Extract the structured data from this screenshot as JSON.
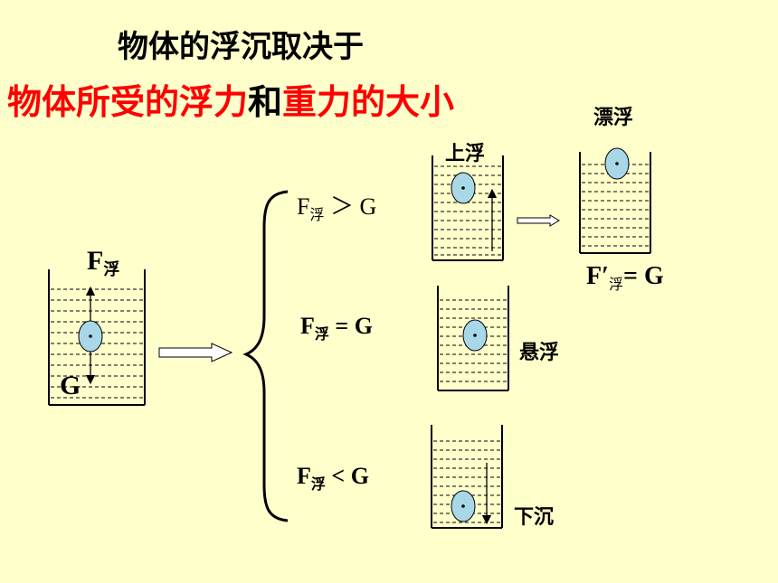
{
  "title": {
    "line1": "物体的浮沉取决于",
    "line2_part1": "物体所受的浮力",
    "line2_part2": "和",
    "line2_part3": "重力的大小"
  },
  "left_container": {
    "label_f": "F",
    "label_f_sub": "浮",
    "label_g": "G"
  },
  "conditions": [
    {
      "f": "F",
      "sub": "浮",
      "rel": " ＞ G"
    },
    {
      "f": "F",
      "sub": "浮",
      "rel": " = G"
    },
    {
      "f": "F",
      "sub": "浮",
      "rel": " < G"
    }
  ],
  "states": {
    "rise": "上浮",
    "float": "漂浮",
    "suspend": "悬浮",
    "sink": "下沉"
  },
  "float_eq": {
    "f": "F′",
    "sub": "浮",
    "rel": "= G"
  },
  "colors": {
    "background": "#ffffcc",
    "emphasis": "#ff0000",
    "object_fill": "#a8d8e8"
  }
}
